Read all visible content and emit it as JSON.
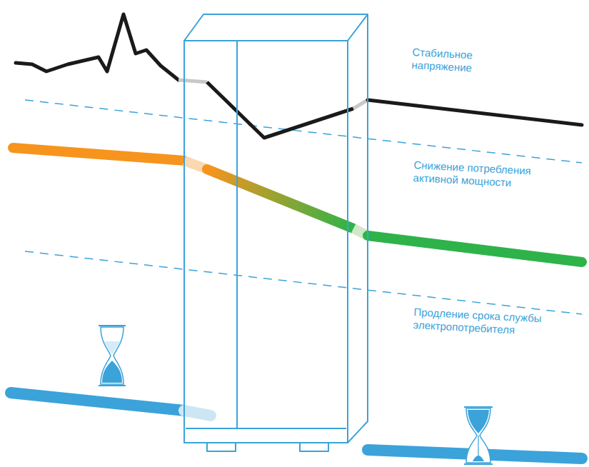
{
  "diagram": {
    "labels": [
      "Стабильное напряжение",
      "Снижение потребления активной мощности",
      "Продление срока службы электропотребителя"
    ]
  }
}
